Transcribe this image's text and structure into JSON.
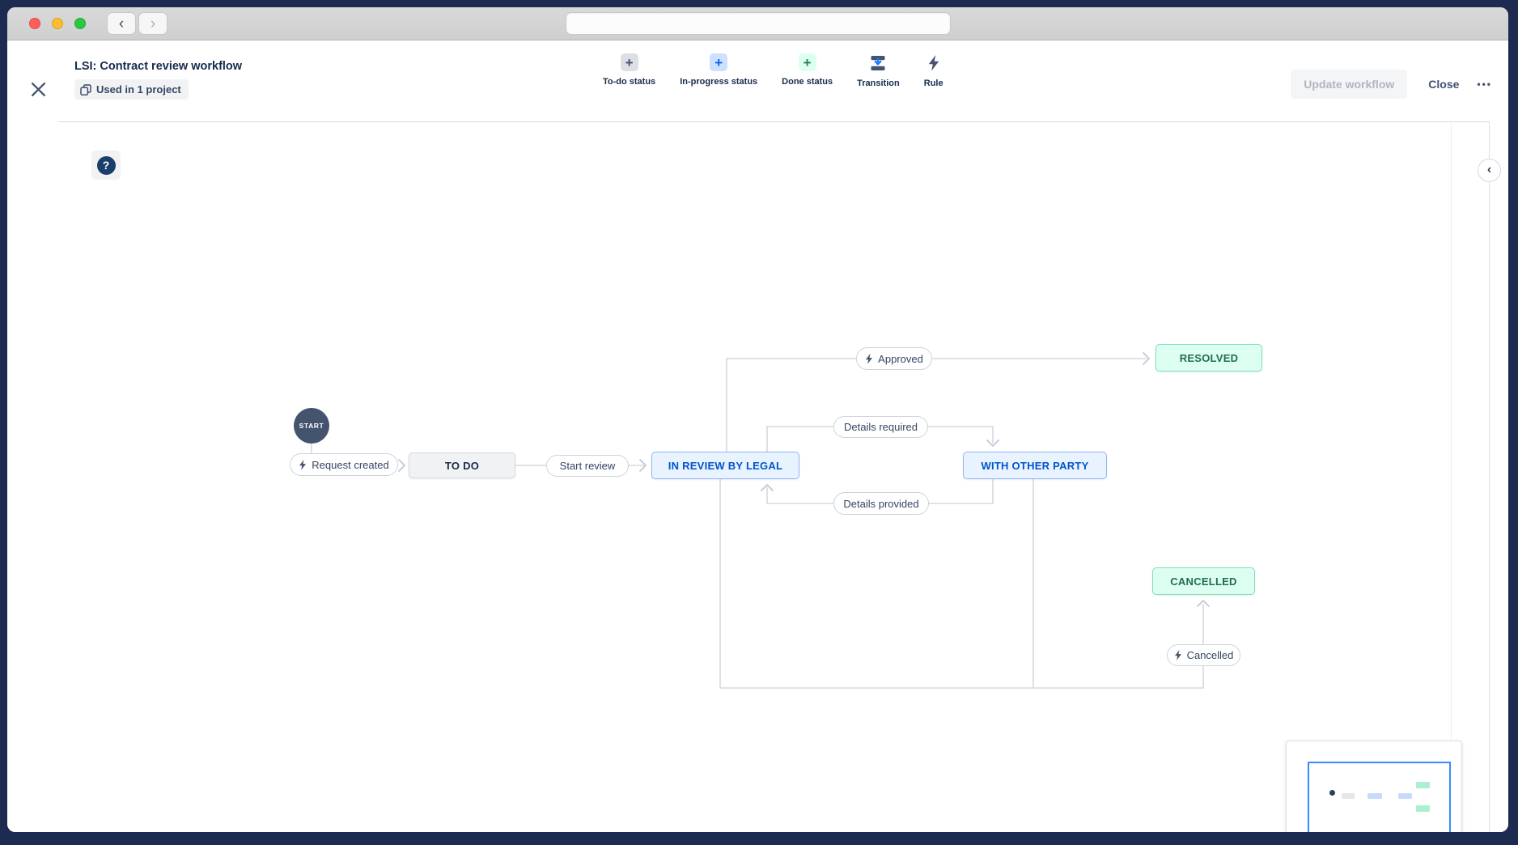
{
  "titlebar": {
    "back_glyph": "‹",
    "forward_glyph": "›",
    "address_value": ""
  },
  "header": {
    "title": "LSI: Contract review workflow",
    "badge_label": "Used in 1 project",
    "plus_glyph": "+",
    "toolbar": [
      {
        "label": "To-do status",
        "icon": "plus-icon",
        "chip_bg": "#DCDFE4",
        "glyph_color": "#44546F"
      },
      {
        "label": "In-progress status",
        "icon": "plus-icon",
        "chip_bg": "#CCE0FF",
        "glyph_color": "#0C66E4"
      },
      {
        "label": "Done status",
        "icon": "plus-icon",
        "chip_bg": "#DCFFF1",
        "glyph_color": "#1F845A"
      },
      {
        "label": "Transition",
        "icon": "transition-icon"
      },
      {
        "label": "Rule",
        "icon": "lightning-icon"
      }
    ],
    "update_button_label": "Update workflow",
    "close_button_label": "Close",
    "more_button_glyph": "•••"
  },
  "canvas": {
    "help_glyph": "?",
    "collapse_glyph": "‹"
  },
  "workflow": {
    "start_label": "START",
    "statuses": [
      {
        "label": "TO DO",
        "category": "todo"
      },
      {
        "label": "IN REVIEW BY LEGAL",
        "category": "in-progress"
      },
      {
        "label": "WITH OTHER PARTY",
        "category": "in-progress"
      },
      {
        "label": "RESOLVED",
        "category": "done"
      },
      {
        "label": "CANCELLED",
        "category": "done"
      }
    ],
    "transitions": [
      {
        "label": "Request created",
        "has_rule": true
      },
      {
        "label": "Start review",
        "has_rule": false
      },
      {
        "label": "Approved",
        "has_rule": true
      },
      {
        "label": "Details required",
        "has_rule": false
      },
      {
        "label": "Details provided",
        "has_rule": false
      },
      {
        "label": "Cancelled",
        "has_rule": true
      }
    ]
  },
  "minimap": {
    "viewport_border": "#388BFF"
  },
  "colors": {
    "frame": "#1C2B4F",
    "start_node": "#44546F",
    "todo_bg": "#F1F2F4",
    "todo_border": "#D5D9E0",
    "todo_text": "#172B4D",
    "inprogress_bg": "#E9F2FF",
    "inprogress_border": "#8FB8F6",
    "inprogress_text": "#0055CC",
    "done_bg": "#DCFFF1",
    "done_border": "#7EE2B8",
    "done_text": "#216E4E",
    "connector": "#D5D9E0",
    "rule_icon": "#44546F",
    "transition_arrow": "#1D7AFC"
  }
}
